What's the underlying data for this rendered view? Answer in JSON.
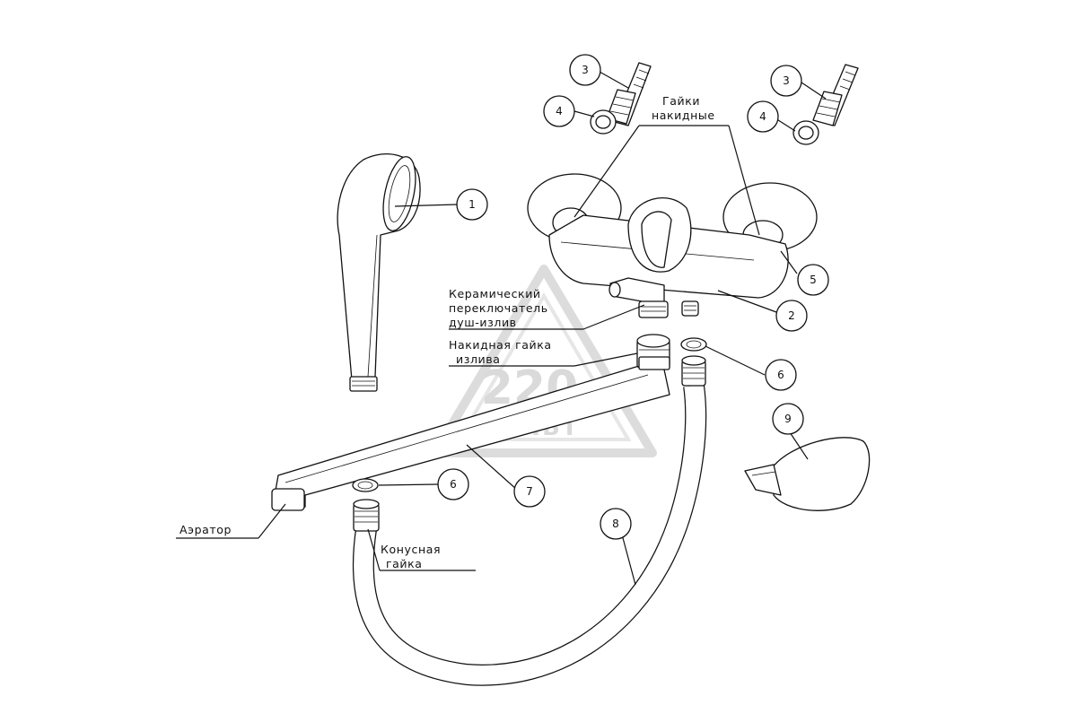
{
  "diagram": {
    "labels": {
      "gaiki_1": "Гайки",
      "gaiki_2": "накидные",
      "ceramic_1": "Керамический",
      "ceramic_2": "переключатель",
      "ceramic_3": "душ-излив",
      "spout_nut_1": "Накидная гайка",
      "spout_nut_2": "излива",
      "aerator": "Аэратор",
      "cone_nut_1": "Конусная",
      "cone_nut_2": "гайка"
    },
    "callouts": [
      "1",
      "2",
      "3",
      "3",
      "4",
      "4",
      "5",
      "6",
      "6",
      "7",
      "8",
      "9"
    ],
    "watermark": {
      "line1": "220",
      "line2": "ВОЛЬТ"
    },
    "colors": {
      "line": "#111111",
      "watermark": "#d9d9d9",
      "background": "#ffffff"
    }
  }
}
